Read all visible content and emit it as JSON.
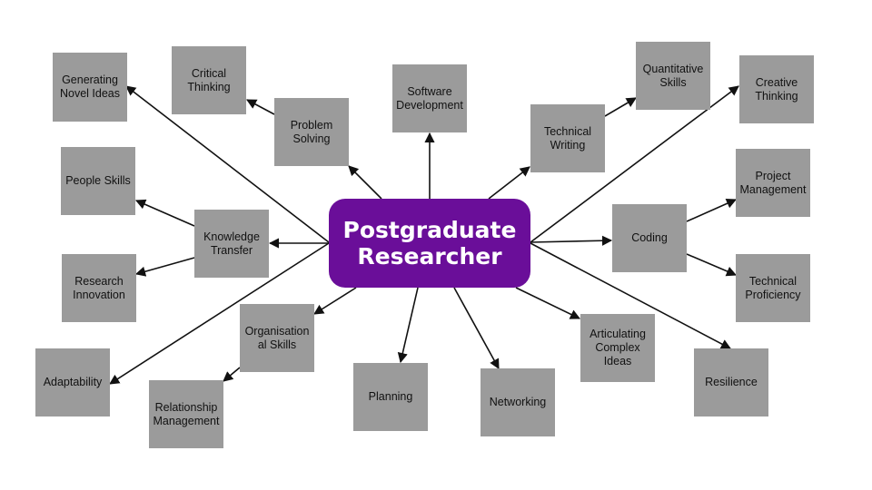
{
  "center": {
    "label": "Postgraduate\nResearcher"
  },
  "nodes": {
    "generating_novel_ideas": "Generating\nNovel Ideas",
    "critical_thinking": "Critical\nThinking",
    "problem_solving": "Problem\nSolving",
    "software_development": "Software\nDevelopment",
    "technical_writing": "Technical\nWriting",
    "quantitative_skills": "Quantitative\nSkills",
    "creative_thinking": "Creative\nThinking",
    "people_skills": "People Skills",
    "knowledge_transfer": "Knowledge\nTransfer",
    "project_management": "Project\nManagement",
    "coding": "Coding",
    "research_innovation": "Research\nInnovation",
    "technical_proficiency": "Technical\nProficiency",
    "organisational_skills": "Organisation\nal Skills",
    "adaptability": "Adaptability",
    "relationship_management": "Relationship\nManagement",
    "planning": "Planning",
    "networking": "Networking",
    "articulating_complex_ideas": "Articulating\nComplex\nIdeas",
    "resilience": "Resilience"
  },
  "colors": {
    "center_fill": "#6a0e99",
    "node_fill": "#9b9b9b",
    "arrow": "#111111",
    "center_text": "#ffffff"
  }
}
